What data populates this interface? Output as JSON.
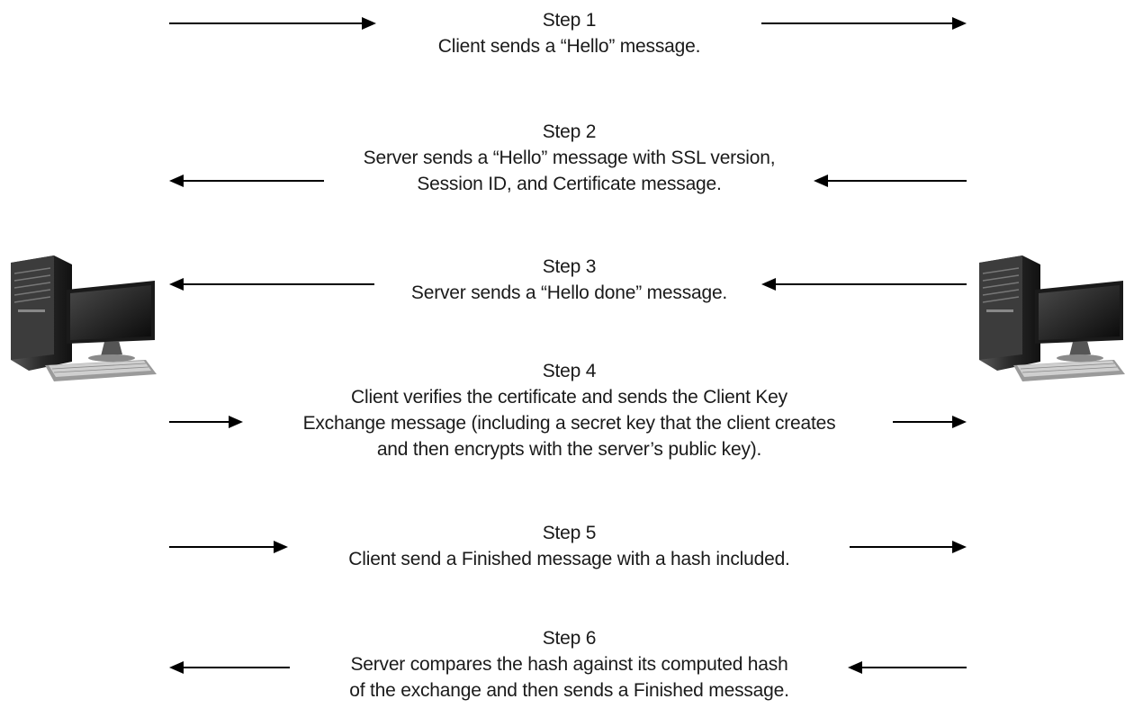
{
  "diagram": {
    "client": {
      "icon": "desktop-computer-icon"
    },
    "server": {
      "icon": "desktop-computer-icon"
    },
    "steps": [
      {
        "title": "Step 1",
        "lines": [
          "Client sends a “Hello” message."
        ],
        "direction": "client-to-server"
      },
      {
        "title": "Step 2",
        "lines": [
          "Server sends a “Hello” message with SSL version,",
          "Session ID, and Certificate message."
        ],
        "direction": "server-to-client"
      },
      {
        "title": "Step 3",
        "lines": [
          "Server sends a “Hello done” message."
        ],
        "direction": "server-to-client"
      },
      {
        "title": "Step 4",
        "lines": [
          "Client verifies the certificate and sends the Client Key",
          "Exchange message (including a secret key that the client creates",
          "and then encrypts with the server’s public key)."
        ],
        "direction": "client-to-server"
      },
      {
        "title": "Step 5",
        "lines": [
          "Client send a Finished message with a hash included."
        ],
        "direction": "client-to-server"
      },
      {
        "title": "Step 6",
        "lines": [
          "Server compares the hash against its computed hash",
          "of the exchange and then sends a Finished message."
        ],
        "direction": "server-to-client"
      }
    ]
  }
}
